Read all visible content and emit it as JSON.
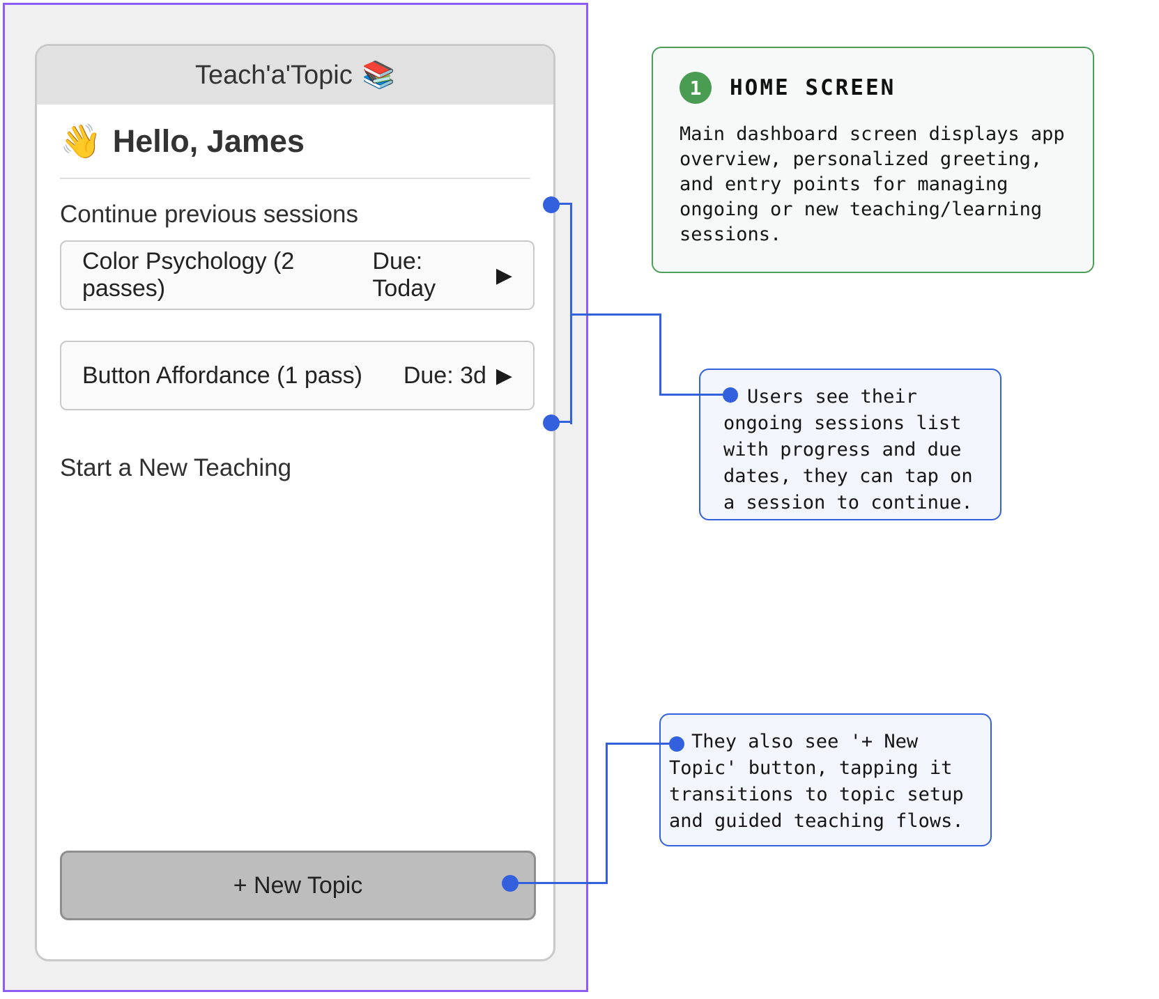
{
  "phone": {
    "header_title": "Teach'a'Topic",
    "header_emoji": "📚",
    "greeting_emoji": "👋",
    "greeting": "Hello, James",
    "sections": {
      "continue_label": "Continue previous sessions",
      "new_teaching_label": "Start a New Teaching"
    },
    "sessions": [
      {
        "title": "Color Psychology (2 passes)",
        "due": "Due: Today",
        "play_icon": "▶"
      },
      {
        "title": "Button Affordance (1 pass)",
        "due": "Due: 3d",
        "play_icon": "▶"
      }
    ],
    "new_topic_button": "+ New Topic"
  },
  "annotations": {
    "step_badge": "1",
    "step_title": "HOME SCREEN",
    "step_description": "Main dashboard screen displays app\noverview, personalized greeting,\nand entry points for managing\nongoing or new teaching/learning\nsessions.",
    "note_sessions": "Users see their\nongoing sessions list\nwith progress and due\ndates, they can tap on\na session to continue.",
    "note_new_topic": "They also see '+ New\nTopic' button, tapping it\ntransitions to topic setup\nand guided teaching flows."
  },
  "colors": {
    "frame_purple": "#8b5cf6",
    "connector_blue": "#3361dd",
    "step_green": "#4a9c53",
    "header_gray": "#e1e1e1",
    "button_gray": "#bdbdbd"
  }
}
